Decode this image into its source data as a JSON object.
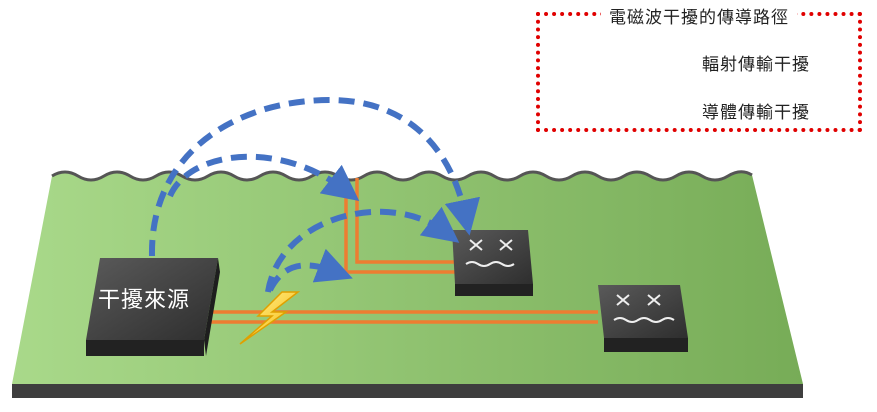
{
  "legend": {
    "title": "電磁波干擾的傳導路徑",
    "radiated_label": "輻射傳輸干擾",
    "conducted_label": "導體傳輸干擾"
  },
  "source": {
    "label": "干擾來源"
  },
  "colors": {
    "board": "#8cc46e",
    "radiated_arrow": "#4472c4",
    "trace": "#ed7d31",
    "lightning": "#ffd21a",
    "chip": "#3a3a3a",
    "legend_border": "#e00000"
  }
}
